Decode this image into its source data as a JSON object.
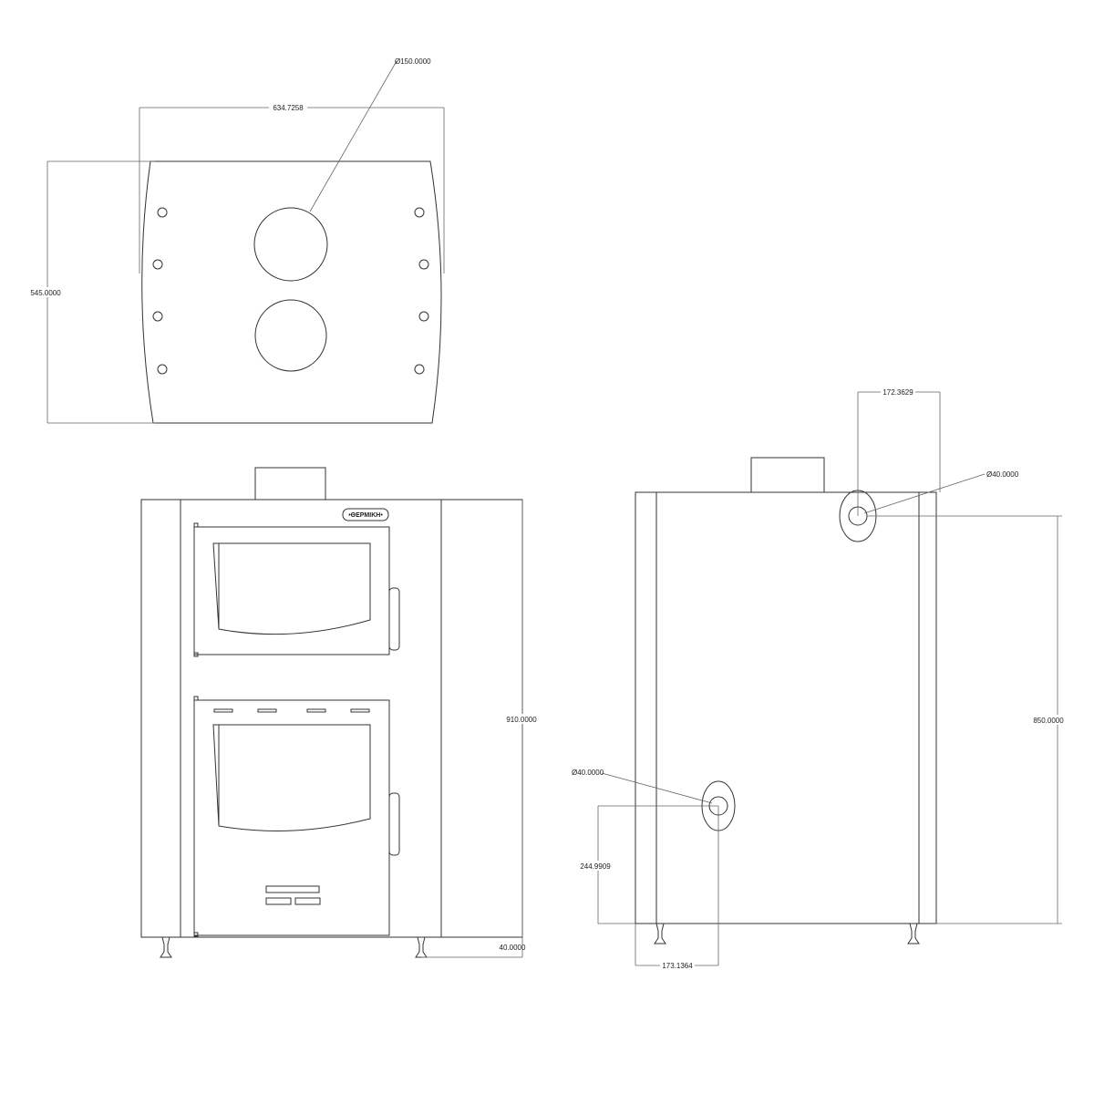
{
  "top_view": {
    "flue_diameter": "Ø150.0000",
    "width": "634.7258",
    "depth": "545.0000"
  },
  "front_view": {
    "brand_logo": "•ΘΕΡΜΙΚΗ•",
    "height": "910.0000",
    "foot_offset": "40.0000"
  },
  "side_view": {
    "upper_pipe_offset": "172.3629",
    "upper_pipe_diameter": "Ø40.0000",
    "upper_pipe_height": "850.0000",
    "lower_pipe_diameter": "Ø40.0000",
    "lower_pipe_height": "244.9909",
    "lower_pipe_offset": "173.1364"
  }
}
